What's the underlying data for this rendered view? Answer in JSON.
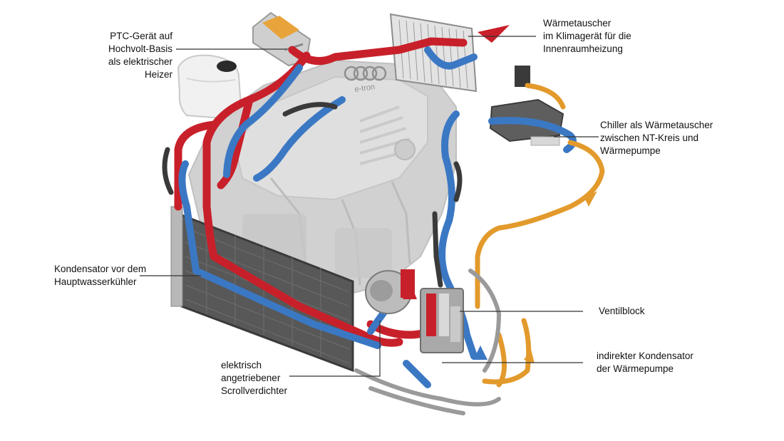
{
  "labels": {
    "ptc": [
      "PTC-Gerät auf",
      "Hochvolt-Basis",
      "als elektrischer",
      "Heizer"
    ],
    "heat_exchanger": [
      "Wärmetauscher",
      "im Klimagerät für die",
      "Innenraumheizung"
    ],
    "chiller": [
      "Chiller als Wärmetauscher",
      "zwischen NT-Kreis und",
      "Wärmepumpe"
    ],
    "condenser": [
      "Kondensator vor dem",
      "Hauptwasserkühler"
    ],
    "valve_block": [
      "Ventilblock"
    ],
    "indirect_condenser": [
      "indirekter Kondensator",
      "der Wärmepumpe"
    ],
    "compressor": [
      "elektrisch",
      "angetriebener",
      "Scrollverdichter"
    ]
  },
  "colors": {
    "hot_line": "#c8202a",
    "cold_line": "#3b78c4",
    "refrigerant_line": "#e39a2c",
    "grey_line": "#9a9a9a",
    "engine": "#d2d2d2",
    "radiator": "#5d5d5d"
  },
  "logo": "Audi four rings",
  "engine_cover_text": "e-tron"
}
